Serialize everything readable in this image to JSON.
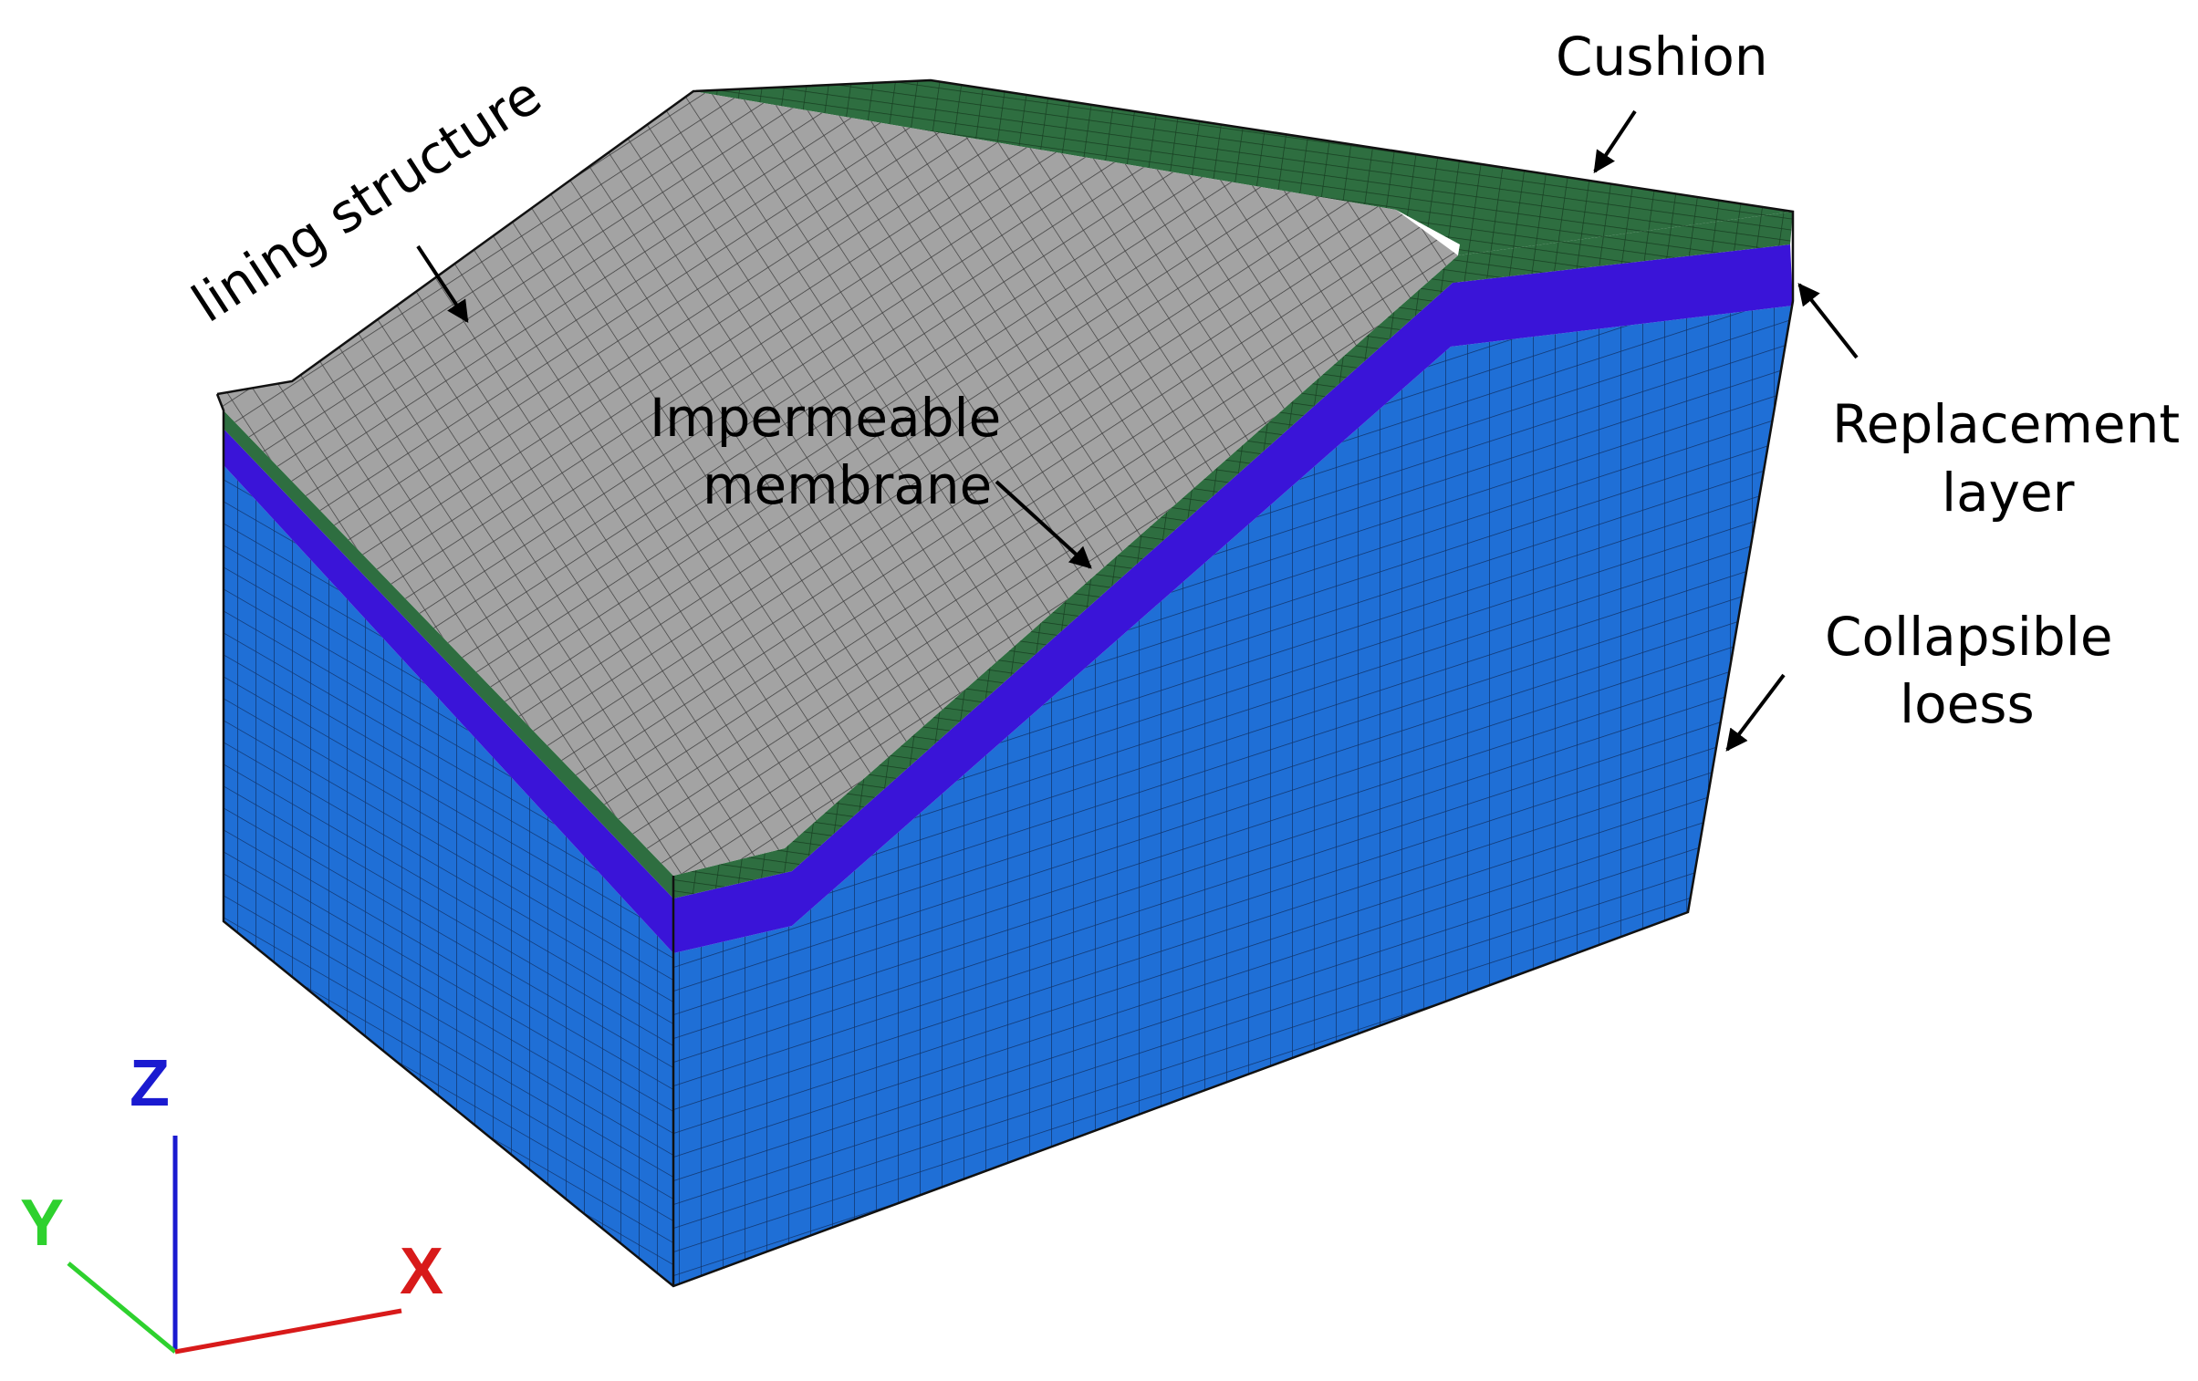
{
  "labels": {
    "lining_structure": "lining structure",
    "cushion": "Cushion",
    "impermeable_line1": "Impermeable",
    "impermeable_line2": "membrane",
    "replacement_line1": "Replacement",
    "replacement_line2": "layer",
    "collapsible_line1": "Collapsible",
    "collapsible_line2": "loess"
  },
  "axes": {
    "z": "Z",
    "y": "Y",
    "x": "X"
  },
  "colors": {
    "lining": "#a3a3a3",
    "cushion": "#2e6e40",
    "replacement": "#3a14d8",
    "loess": "#1f6fd6",
    "mesh_line": "#1a1a1a",
    "axis_z": "#1a1ad0",
    "axis_y": "#2ed12e",
    "axis_x": "#d81a1a"
  }
}
